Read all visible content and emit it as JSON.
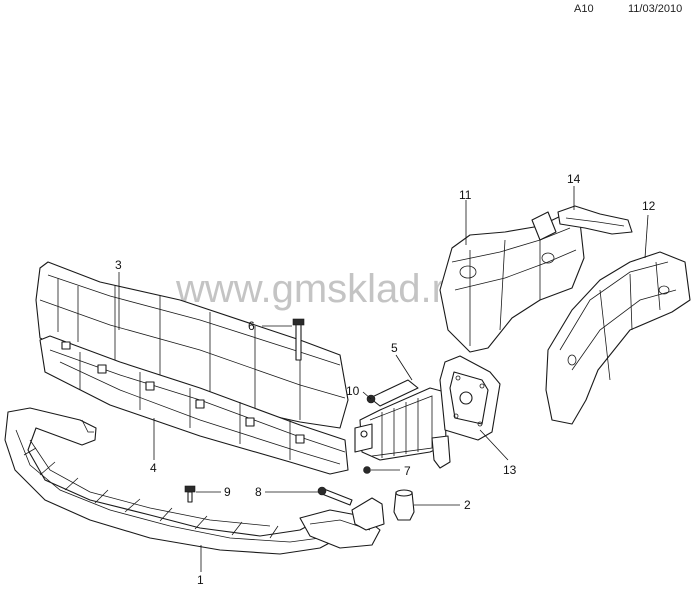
{
  "header": {
    "code": "A10",
    "date": "11/03/2010"
  },
  "watermark": "www.gmsklad.ru",
  "callouts": [
    "1",
    "2",
    "3",
    "4",
    "5",
    "6",
    "7",
    "8",
    "9",
    "10",
    "11",
    "12",
    "13",
    "14"
  ],
  "colors": {
    "line": "#1a1a1a",
    "watermark": "#c4c4c4"
  }
}
